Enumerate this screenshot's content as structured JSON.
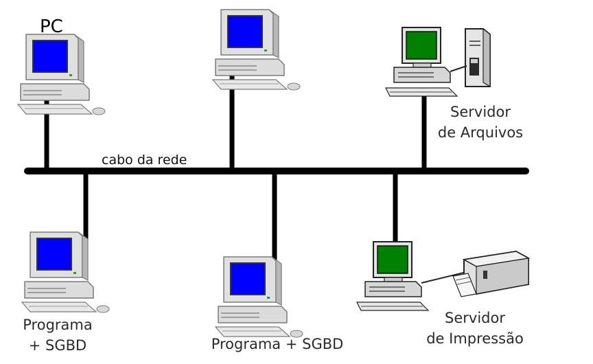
{
  "labels": {
    "pc": "PC",
    "network_cable": "cabo da rede",
    "file_server_line1": "Servidor",
    "file_server_line2": "de Arquivos",
    "program_left_line1": "Programa",
    "program_left_line2": "+ SGBD",
    "program_center": "Programa + SGBD",
    "print_server_line1": "Servidor",
    "print_server_line2": "de Impressão"
  },
  "colors": {
    "cable": "#000000",
    "pc_screen": "#0000ff",
    "server_screen": "#008000",
    "case_body": "#e0e0e0",
    "case_shadow": "#9a9a9a",
    "label_text": "#2a2a2a"
  },
  "icons": [
    "pc-icon",
    "server-terminal-icon",
    "file-tower-icon",
    "printer-icon"
  ]
}
